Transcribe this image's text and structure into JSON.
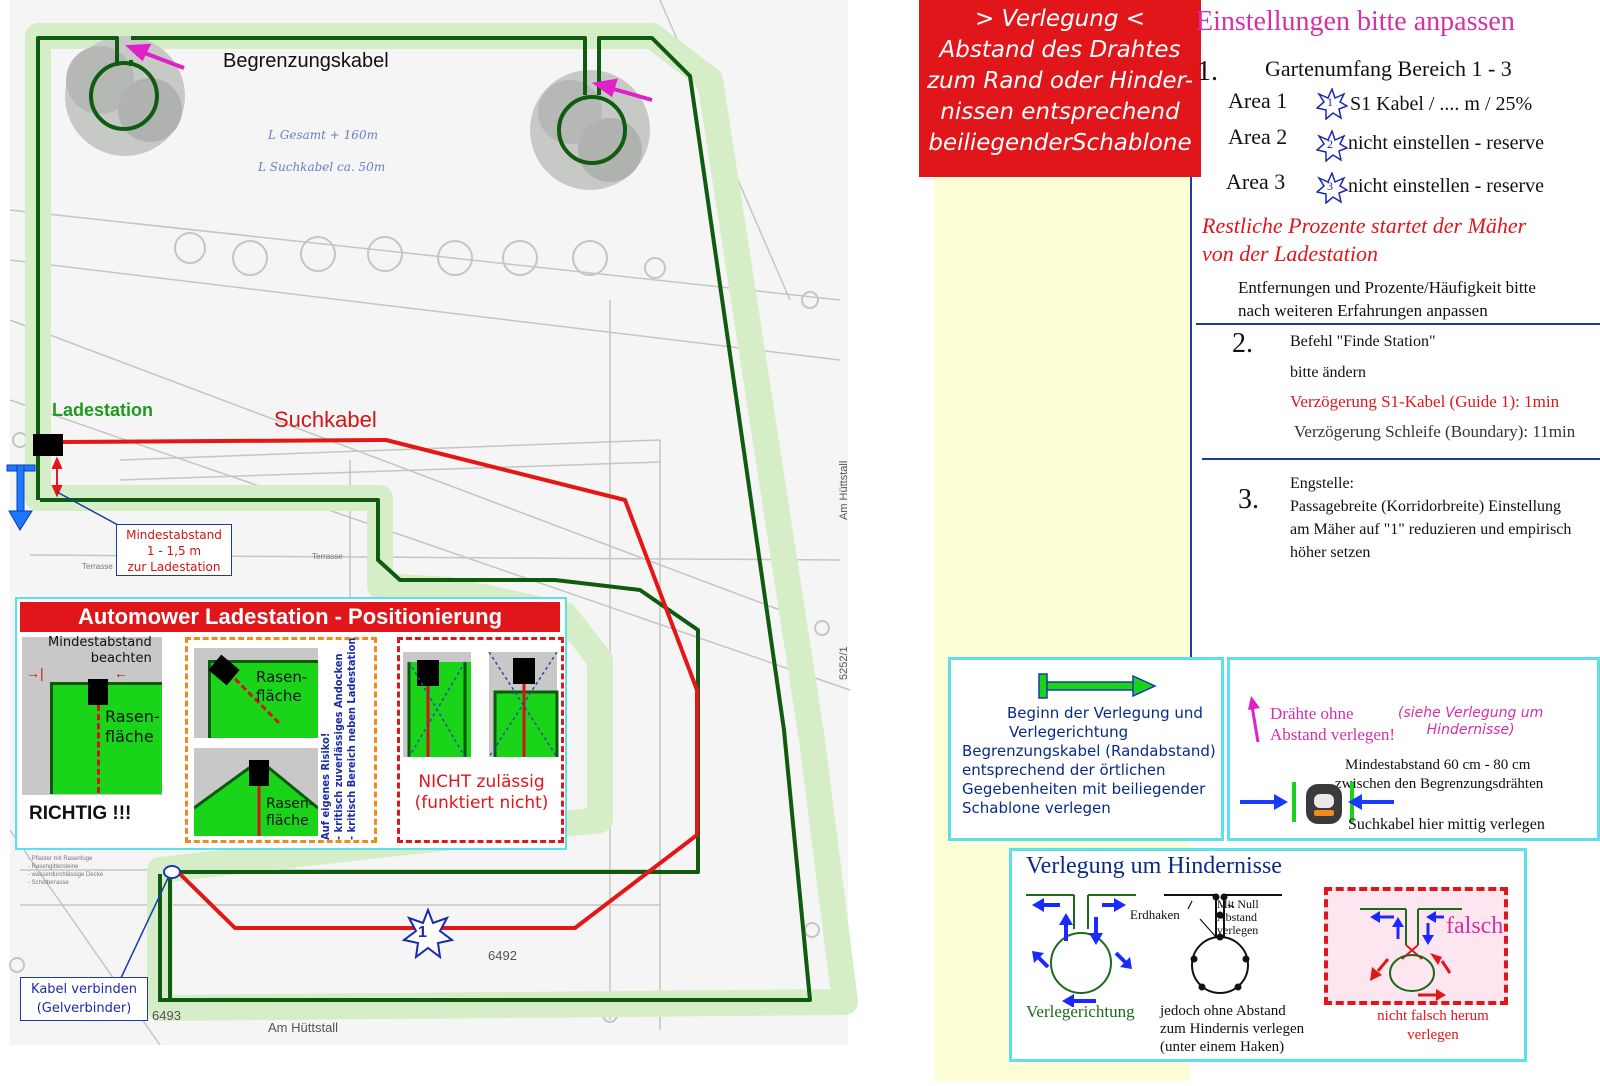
{
  "plan": {
    "boundary_label": "Begrenzungskabel",
    "handwritten_1": "L Gesamt + 160m",
    "handwritten_2": "L Suchkabel ca. 50m",
    "station_label": "Ladestation",
    "guide_label": "Suchkabel",
    "min_dist_l1": "Mindestabstand",
    "min_dist_l2": "1 - 1,5 m",
    "min_dist_l3": "zur Ladestation",
    "connect_l1": "Kabel verbinden",
    "connect_l2": "(Gelverbinder)",
    "guide_number": "1",
    "parcel_main": "6492",
    "parcel_side": "6493",
    "street": "Am Hüttstall",
    "street_side": "Am Hüttstall",
    "parcel_vert": "5252/1",
    "terrace_1": "Terrasse",
    "terrace_2": "Terrasse",
    "legend_1": "- Pflaster mit Rasenfuge",
    "legend_2": "- Rasengittersteine",
    "legend_3": "- wasserdurchlässige Decke",
    "legend_4": "- Schotterrasse"
  },
  "inset": {
    "title": "Automower Ladestation - Positionierung",
    "min_a": "Mindestabstand",
    "min_b": "beachten",
    "lawn_1a": "Rasen-",
    "lawn_1b": "fläche",
    "correct": "RICHTIG !!!",
    "lawn_2a": "Rasen-",
    "lawn_2b": "fläche",
    "lawn_3a": "Rasen-",
    "lawn_3b": "fläche",
    "risk_1": "Auf eigenes Risiko!",
    "risk_2": "- kritisch zuverlässiges Andocken",
    "risk_3": "- kritisch Bereich neben Ladestation",
    "notallowed_1": "NICHT zulässig",
    "notallowed_2": "(funktiert nicht)"
  },
  "header": {
    "line1": "> Verlegung <",
    "line2": "Abstand des Drahtes",
    "line3": "zum Rand oder Hinder-",
    "line4": "nissen entsprechend",
    "line5": "beiliegenderSchablone"
  },
  "settings": {
    "title": "Einstellungen bitte anpassen",
    "s1_num": "1.",
    "s1_head": "Gartenumfang Bereich 1 - 3",
    "area1_label": "Area 1",
    "area1_badge": "1",
    "area1_text": "S1 Kabel / .... m / 25%",
    "area2_label": "Area 2",
    "area2_badge": "2",
    "area2_text": "nicht einstellen - reserve",
    "area3_label": "Area 3",
    "area3_badge": "3",
    "area3_text": "nicht einstellen - reserve",
    "rest_1": "Restliche Prozente  startet der Mäher",
    "rest_2": "von der Ladestation",
    "adj_1": "Entfernungen und Prozente/Häufigkeit bitte",
    "adj_2": "nach weiteren Erfahrungen anpassen",
    "s2_num": "2.",
    "s2_1": "Befehl \"Finde Station\"",
    "s2_2": "bitte ändern",
    "s2_3": "Verzögerung S1-Kabel (Guide 1): 1min",
    "s2_4": "Verzögerung Schleife (Boundary): 11min",
    "s3_num": "3.",
    "s3_1": "Engstelle:",
    "s3_2": "Passagebreite (Korridorbreite) Einstellung",
    "s3_3": "am Mäher auf \"1\" reduzieren und empirisch",
    "s3_4": "höher setzen"
  },
  "start_box": {
    "l1": "Beginn der Verlegung und",
    "l2": "Verlegerichtung",
    "l3": "Begrenzungskabel (Randabstand)",
    "l4": "entsprechend der örtlichen",
    "l5": "Gegebenheiten mit beiliegender",
    "l6": "Schablone verlegen"
  },
  "wires_box": {
    "l1": "Drähte ohne",
    "l2": "Abstand verlegen!",
    "see_1": "(siehe Verlegung um",
    "see_2": "Hindernisse)",
    "min_1": "Mindestabstand 60 cm - 80 cm",
    "min_2": "zwischen den Begrenzungsdrähten",
    "guide": "Suchkabel hier mittig verlegen"
  },
  "obstacle_box": {
    "title": "Verlegung um Hindernisse",
    "direction": "Verlegerichtung",
    "hook": "Erdhaken",
    "zero_1": "Mit Null",
    "zero_2": "Abstand",
    "zero_3": "verlegen",
    "without_1": "jedoch ohne Abstand",
    "without_2": "zum Hindernis verlegen",
    "without_3": "(unter einem Haken)",
    "wrong": "falsch",
    "wrong_1": "nicht falsch herum",
    "wrong_2": "verlegen"
  }
}
